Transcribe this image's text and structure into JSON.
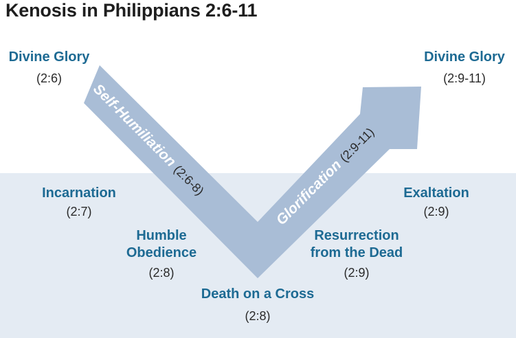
{
  "title": "Kenosis in Philippians 2:6-11",
  "colors": {
    "label": "#1d6a93",
    "arrow": "#a9bdd6",
    "band": "#e4ebf3",
    "ref": "#2a2a2a"
  },
  "left_top": {
    "label": "Divine Glory",
    "ref": "(2:6)"
  },
  "right_top": {
    "label": "Divine Glory",
    "ref": "(2:9-11)"
  },
  "incarnation": {
    "label": "Incarnation",
    "ref": "(2:7)"
  },
  "obedience": {
    "label_line1": "Humble",
    "label_line2": "Obedience",
    "ref": "(2:8)"
  },
  "death": {
    "label": "Death on a Cross",
    "ref": "(2:8)"
  },
  "resurrection": {
    "label_line1": "Resurrection",
    "label_line2": "from the Dead",
    "ref": "(2:9)"
  },
  "exaltation": {
    "label": "Exaltation",
    "ref": "(2:9)"
  },
  "arrow_down": {
    "label": "Self-Humiliation",
    "ref": "(2:6-8)"
  },
  "arrow_up": {
    "label": "Glorification",
    "ref": "(2:9-11)"
  }
}
